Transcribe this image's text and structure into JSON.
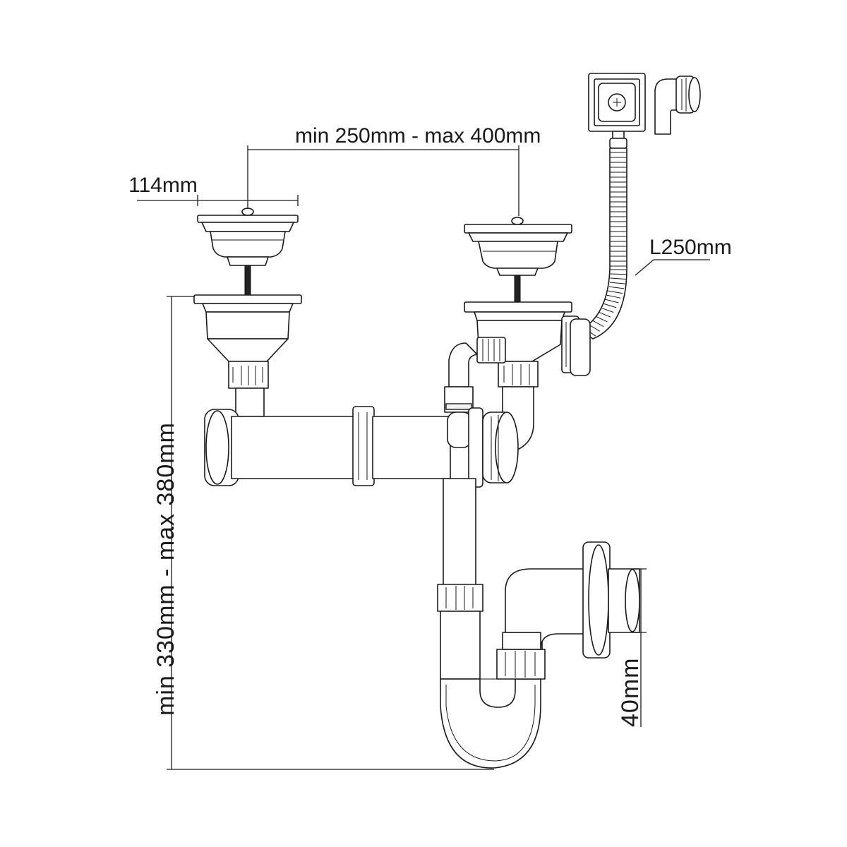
{
  "diagram": {
    "dimensions": {
      "strainer_diameter": "114mm",
      "strainer_spacing": "min 250mm - max 400mm",
      "overflow_hose_length": "L250mm",
      "trap_height": "min 330mm - max 380mm",
      "outlet_diameter": "40mm"
    },
    "colors": {
      "line": "#1a1a1a",
      "background": "#ffffff",
      "rod": "#222222"
    },
    "icons": {
      "overflow_cover": "square-overflow-plate-icon",
      "overflow_elbow": "overflow-elbow-icon",
      "cross_screw": "plus-screw-icon"
    }
  }
}
